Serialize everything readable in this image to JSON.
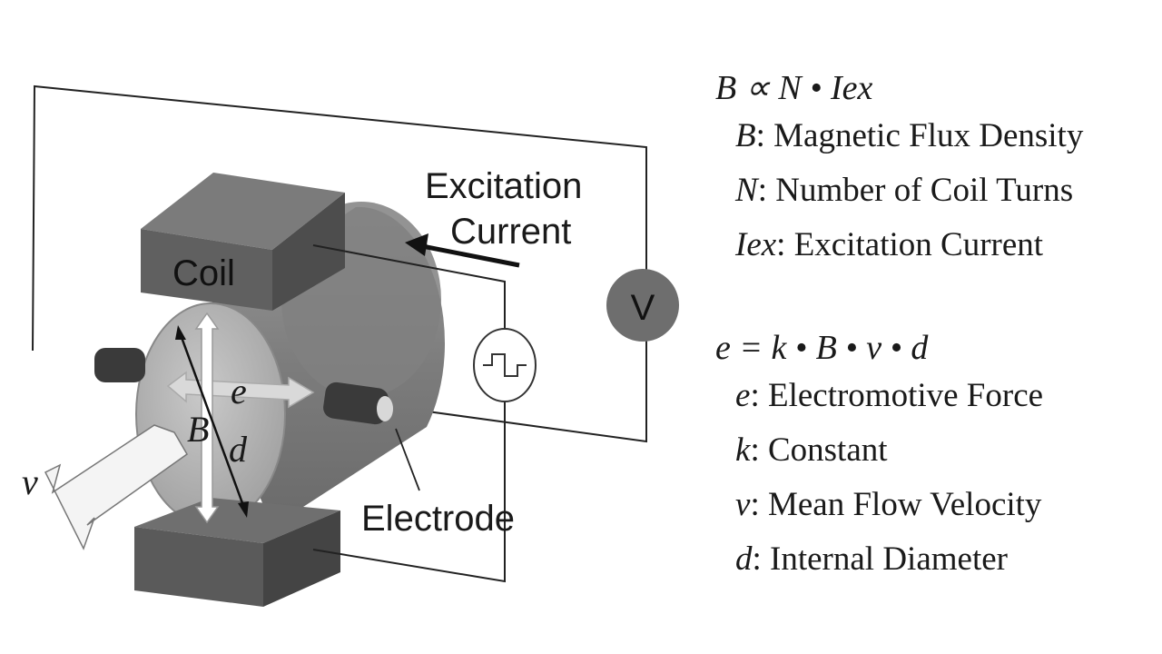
{
  "diagram": {
    "coil_label": "Coil",
    "excitation_label_line1": "Excitation",
    "excitation_label_line2": "Current",
    "electrode_label": "Electrode",
    "voltmeter_label": "V",
    "emf_symbol": "e",
    "flux_symbol": "B",
    "diameter_symbol": "d",
    "velocity_symbol": "v"
  },
  "formulas": {
    "eq1": "B ∝ N • Iex",
    "defs1": [
      {
        "sym": "B",
        "desc": ": Magnetic Flux Density"
      },
      {
        "sym": "N",
        "desc": ": Number of Coil Turns"
      },
      {
        "sym": "Iex",
        "desc": ": Excitation Current"
      }
    ],
    "eq2": "e = k • B • v • d",
    "defs2": [
      {
        "sym": "e",
        "desc": ": Electromotive Force"
      },
      {
        "sym": "k",
        "desc": ": Constant"
      },
      {
        "sym": "v",
        "desc": ": Mean Flow Velocity"
      },
      {
        "sym": "d",
        "desc": ": Internal Diameter"
      }
    ]
  },
  "colors": {
    "coil": "#5f5f5f",
    "pipe": "#8a8a8a",
    "voltmeter": "#6e6e6e",
    "wire": "#222222"
  }
}
